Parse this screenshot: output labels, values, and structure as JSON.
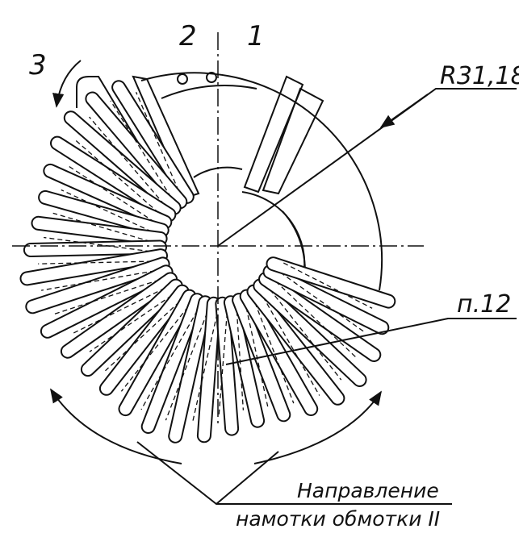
{
  "labels": {
    "mark_2": "2",
    "mark_1": "1",
    "mark_3": "3",
    "radius": "R31,18",
    "item": "п.12",
    "caption_line1": "Направление",
    "caption_line2": "намотки обмотки II"
  },
  "colors": {
    "ink": "#111111",
    "paper": "#ffffff"
  }
}
